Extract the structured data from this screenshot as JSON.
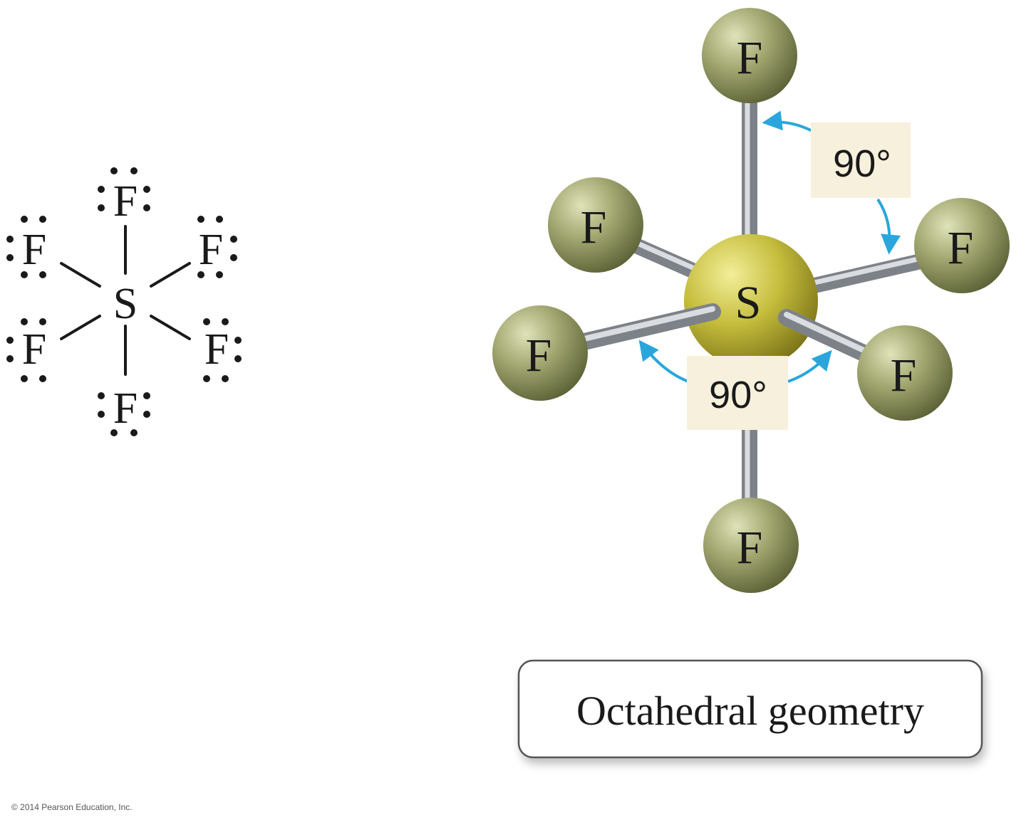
{
  "lewis": {
    "central_atom": "S",
    "outer_atom": "F"
  },
  "model": {
    "central_atom": "S",
    "outer_atom": "F",
    "angle_label": "90°"
  },
  "caption": "Octahedral geometry",
  "copyright": "© 2014 Pearson Education, Inc.",
  "colors": {
    "fluorine_atom": "#9ea36e",
    "sulfur_atom": "#c9c23f",
    "bond_rod": "#aeb3b8",
    "angle_arrow": "#2aa6dc",
    "angle_label_bg": "#f7f0dc",
    "caption_border": "#555555",
    "text": "#1a1a1a"
  }
}
